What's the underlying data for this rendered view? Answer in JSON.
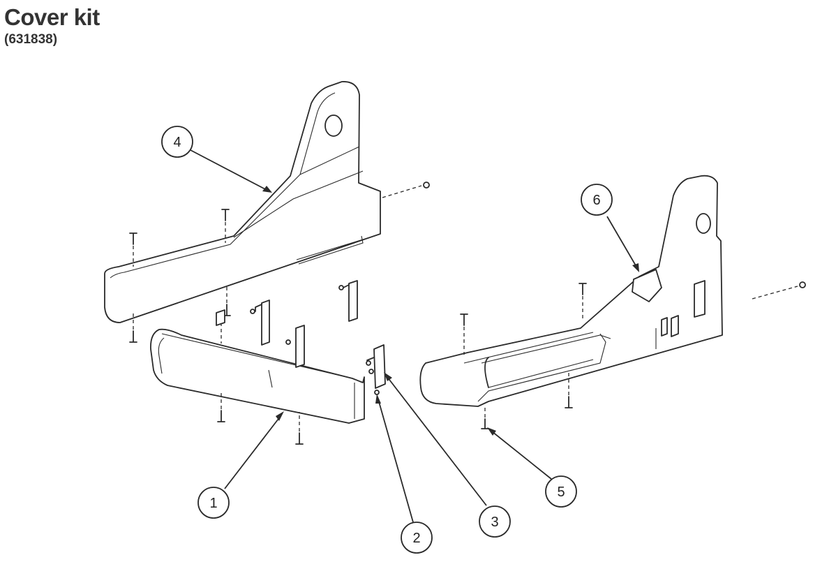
{
  "title": "Cover kit",
  "part_number": "(631838)",
  "callouts": [
    "1",
    "2",
    "3",
    "4",
    "5",
    "6"
  ]
}
